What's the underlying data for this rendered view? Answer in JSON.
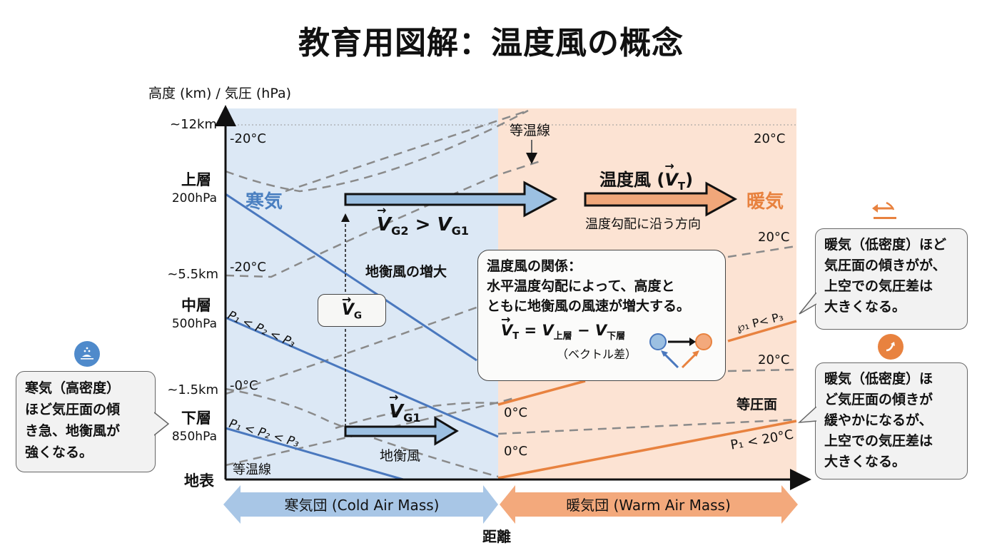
{
  "title": "教育用図解：温度風の概念",
  "axis": {
    "y_title": "高度 (km) / 気圧 (hPa)",
    "x_title": "距離",
    "heights": [
      "~12km",
      "~5.5km",
      "~1.5km"
    ],
    "layers": [
      {
        "name": "上層",
        "pressure": "200hPa"
      },
      {
        "name": "中層",
        "pressure": "500hPa"
      },
      {
        "name": "下層",
        "pressure": "850hPa"
      },
      {
        "name": "地表",
        "pressure": ""
      }
    ]
  },
  "regions": {
    "cold_label": "寒気",
    "warm_label": "暖気",
    "cold_color": "#dce8f5",
    "warm_color": "#fce3d3",
    "cold_mass": "寒気団 (Cold Air Mass)",
    "warm_mass": "暖気団 (Warm Air Mass)"
  },
  "temperatures": {
    "cold_top": "-20°C",
    "cold_mid": "-20°C",
    "cold_low": "-0°C",
    "warm_top": "20°C",
    "warm_mid": "20°C",
    "warm_low": "20°C",
    "warm_zero_1": "0°C",
    "warm_zero_2": "0°C"
  },
  "labels": {
    "isotherm_top": "等温線",
    "isotherm_bottom": "等温線",
    "isobar": "等圧面",
    "vg2_gt_vg1": "V_G2 > V_G1",
    "vg2": "V",
    "vg2_sub": "G2",
    "gt": " > ",
    "vg1": "V",
    "vg1_sub": "G1",
    "geo_increase": "地衡風の増大",
    "vg": "V",
    "vg_sub": "G",
    "vg1_low": "V",
    "vg1_low_sub": "G1",
    "geostrophic": "地衡風",
    "thermal_wind": "温度風 (",
    "thermal_v": "V",
    "thermal_sub": "T",
    "thermal_close": ")",
    "thermal_direction": "温度勾配に沿う方向",
    "p_mid_cold": "P₁ < P₂ < P₃",
    "p_low_cold": "P₁ < P₂ < P₃",
    "p_mid_warm": "℘₁ P< P₃",
    "p_low_warm": "P₁ < 20°C"
  },
  "info_box": {
    "line1": "温度風の関係：",
    "line2": "水平温度勾配によって、高度と",
    "line3": "ともに地衡風の風速が増大する。",
    "formula_v": "V",
    "formula_t": "T",
    "formula_eq": " = V",
    "formula_upper": "上層",
    "formula_minus": " − V",
    "formula_lower": "下層",
    "formula_note": "（ベクトル差）"
  },
  "callouts": {
    "cold": [
      "寒気（高密度）",
      "ほど気圧面の傾",
      "き急、地衡風が",
      "強くなる。"
    ],
    "warm_upper": [
      "暖気（低密度）ほど",
      "気圧面の傾きがが、",
      "上空での気圧差は",
      "大きくなる。"
    ],
    "warm_lower": [
      "暖気（低密度）ほ",
      "ど気圧面の傾きが",
      "緩やかになるが、",
      "上空での気圧差は",
      "大きくなる。"
    ]
  },
  "icons": {
    "cold_icon": "dense-air-icon",
    "warm_upper_icon": "wind-arrow-icon",
    "warm_lower_icon": "rising-arrow-icon"
  },
  "colors": {
    "cold_line": "#4a78be",
    "warm_line": "#e8823f",
    "isotherm": "#8a8a8a",
    "arrow_blue_fill": "#9cc0e2",
    "arrow_orange_fill": "#f0a77a"
  }
}
